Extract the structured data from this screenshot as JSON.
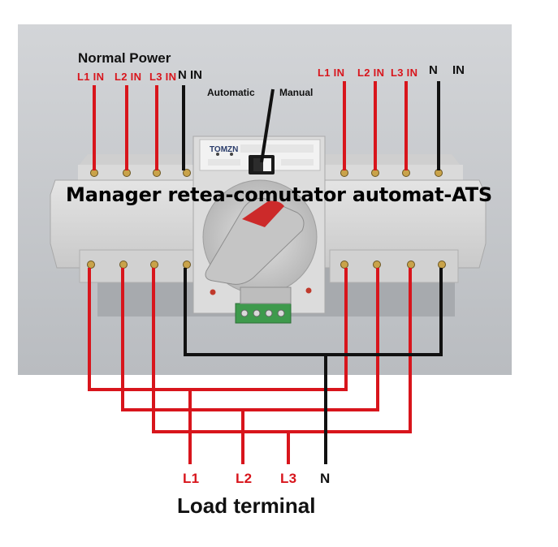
{
  "title": "Manager retea-comutator automat-ATS",
  "normal_power": {
    "heading": "Normal Power",
    "labels": [
      "L1 IN",
      "L2 IN",
      "L3 IN",
      "N IN"
    ]
  },
  "backup_power": {
    "labels": [
      "L1 IN",
      "L2 IN",
      "L3 IN",
      "N",
      "IN"
    ]
  },
  "switch_modes": {
    "automatic": "Automatic",
    "manual": "Manual"
  },
  "device": {
    "brand": "TOMZN"
  },
  "load": {
    "labels": [
      "L1",
      "L2",
      "L3",
      "N"
    ],
    "caption": "Load terminal"
  },
  "colors": {
    "phase_wire": "#d8151c",
    "neutral_wire": "#111111",
    "housing": "#d6d6d6",
    "backdrop": "#c9cbcf",
    "handle_accent": "#cc2a2a",
    "terminal_block": "#3e9a4c"
  }
}
